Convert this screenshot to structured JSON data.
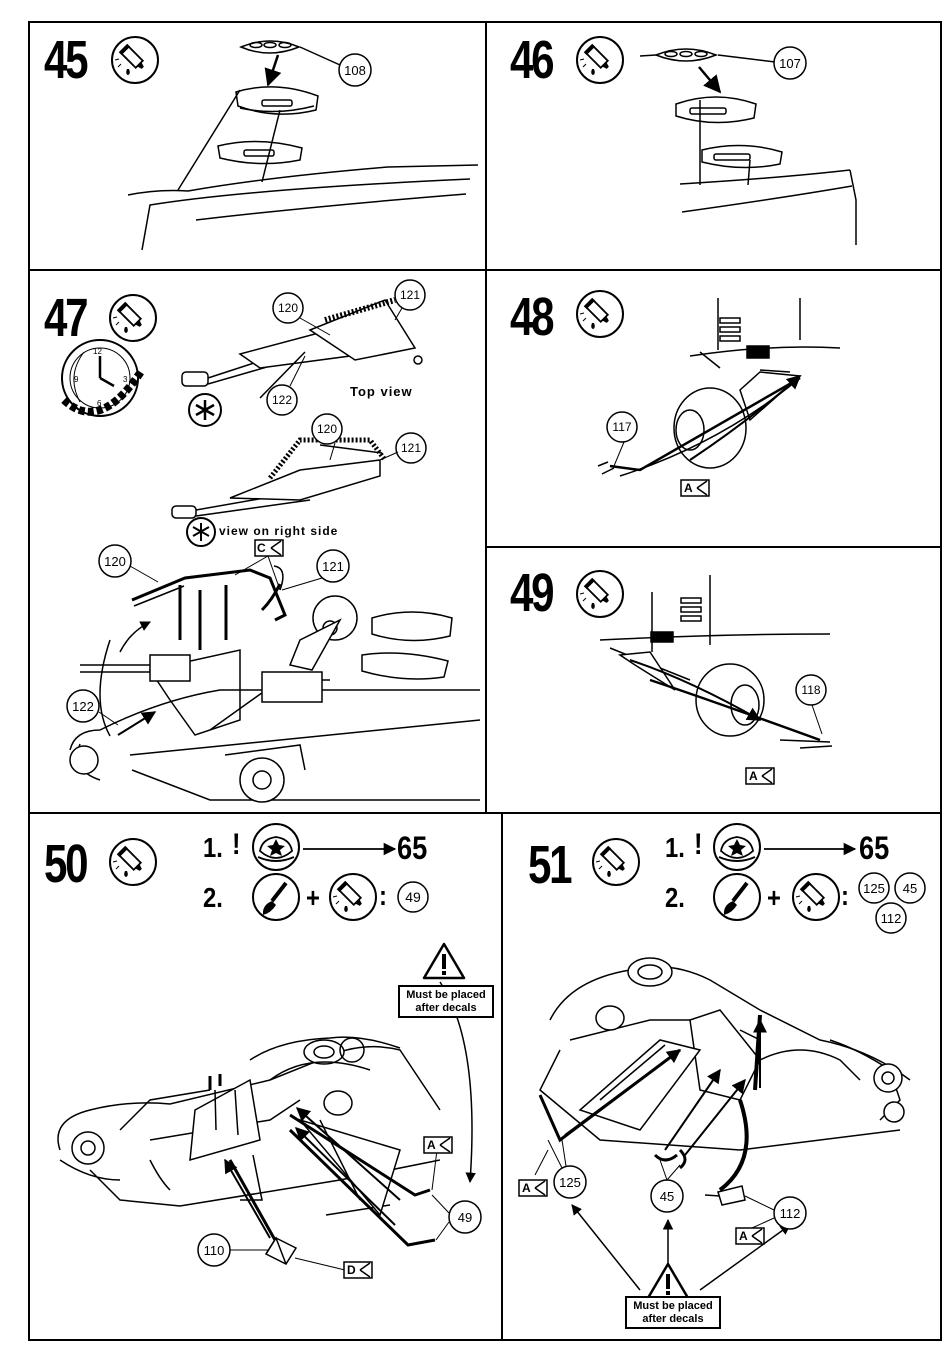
{
  "steps": {
    "s45": {
      "number": "45",
      "parts": [
        "108"
      ]
    },
    "s46": {
      "number": "46",
      "parts": [
        "107"
      ]
    },
    "s47": {
      "number": "47",
      "parts": [
        "120",
        "121",
        "122"
      ],
      "top_view": "Top view",
      "side_view": "view on right side",
      "marker_c": "C"
    },
    "s48": {
      "number": "48",
      "parts": [
        "117"
      ],
      "marker_a": "A"
    },
    "s49": {
      "number": "49",
      "parts": [
        "118"
      ],
      "marker_a": "A"
    },
    "s50": {
      "number": "50",
      "line1_num": "1.",
      "line1_excl": "!",
      "line1_target": "65",
      "line2_num": "2.",
      "line2_plus": "+",
      "line2_colon": ":",
      "line2_ref": "49",
      "warning": "Must be placed after decals",
      "parts": [
        "110",
        "49"
      ],
      "marker_a": "A",
      "marker_d": "D"
    },
    "s51": {
      "number": "51",
      "line1_num": "1.",
      "line1_excl": "!",
      "line1_target": "65",
      "line2_num": "2.",
      "line2_plus": "+",
      "line2_colon": ":",
      "line2_refs": [
        "125",
        "45",
        "112"
      ],
      "warning": "Must be placed after decals",
      "parts": [
        "125",
        "45",
        "112"
      ],
      "marker_a1": "A",
      "marker_a2": "A"
    }
  },
  "icons": {
    "glue": "glue-tube-icon",
    "clock": "clock-icon",
    "decal": "decal-icon",
    "paint": "paint-brush-icon",
    "warning": "warning-triangle-icon",
    "asterisk": "asterisk-icon"
  }
}
